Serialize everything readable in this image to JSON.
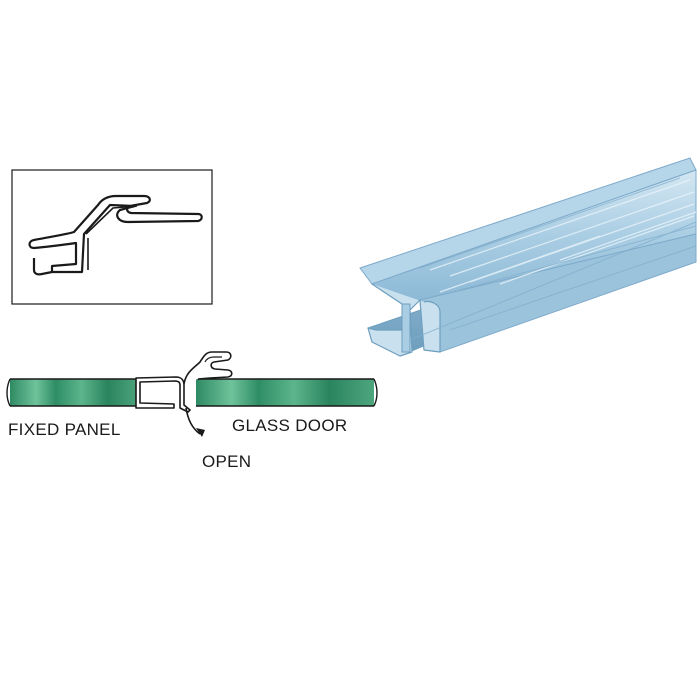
{
  "diagram": {
    "labels": {
      "fixed_panel": "FIXED PANEL",
      "glass_door": "GLASS DOOR",
      "open": "OPEN"
    },
    "colors": {
      "glass_green": "#3f9b74",
      "glass_dark": "#1f6e4c",
      "seal_blue": "#9cc3dc",
      "seal_light": "#c9e0ee",
      "seal_dark": "#6f9fbf",
      "outline": "#1a1a1a"
    },
    "icons": {
      "direction_arrow": "curved-arrow-icon"
    }
  }
}
